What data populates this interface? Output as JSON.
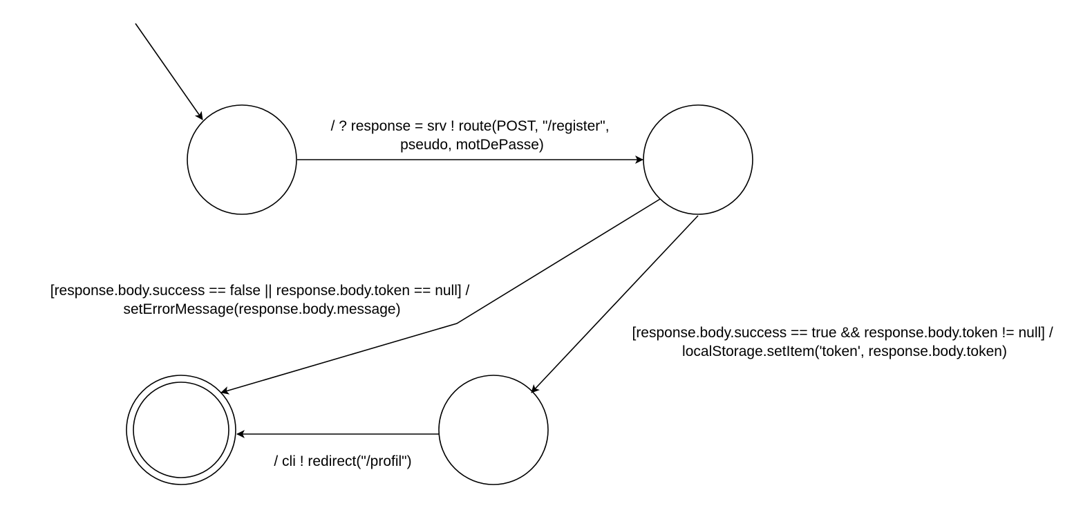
{
  "diagram": {
    "transitions": {
      "send_request": {
        "line1": "/ ? response = srv ! route(POST, \"/register\",",
        "line2": "pseudo, motDePasse)"
      },
      "failure": {
        "line1": "[response.body.success == false || response.body.token == null] /",
        "line2": "setErrorMessage(response.body.message)"
      },
      "success": {
        "line1": "[response.body.success == true && response.body.token != null] /",
        "line2": "localStorage.setItem('token', response.body.token)"
      },
      "redirect": {
        "line1": "/ cli ! redirect(\"/profil\")"
      }
    }
  }
}
